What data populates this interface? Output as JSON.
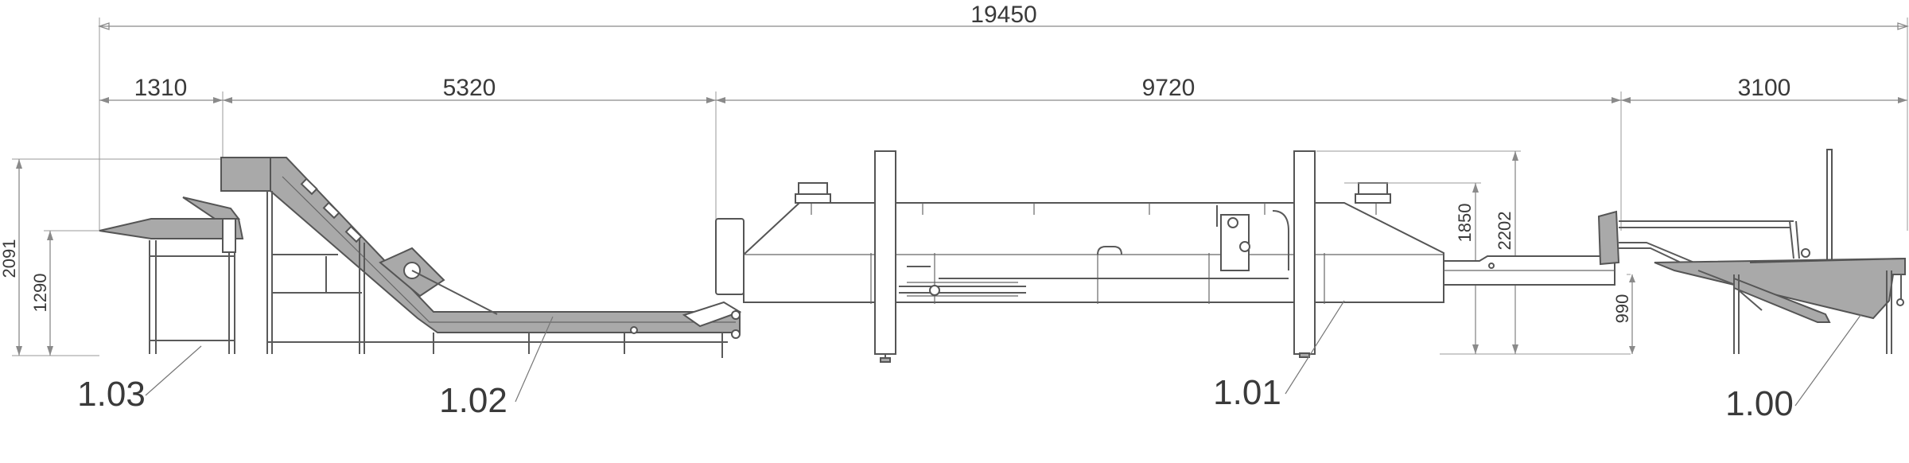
{
  "dimensions": {
    "overall_length": "19450",
    "seg_1": "1310",
    "seg_2": "5320",
    "seg_3": "9720",
    "seg_4": "3100",
    "height_total_left": "2091",
    "height_table": "1290",
    "height_blancher_body": "1850",
    "height_blancher_total": "2202",
    "height_infeed": "990"
  },
  "callouts": {
    "unit_1": "1.03",
    "unit_2": "1.02",
    "unit_3": "1.01",
    "unit_4": "1.00"
  }
}
